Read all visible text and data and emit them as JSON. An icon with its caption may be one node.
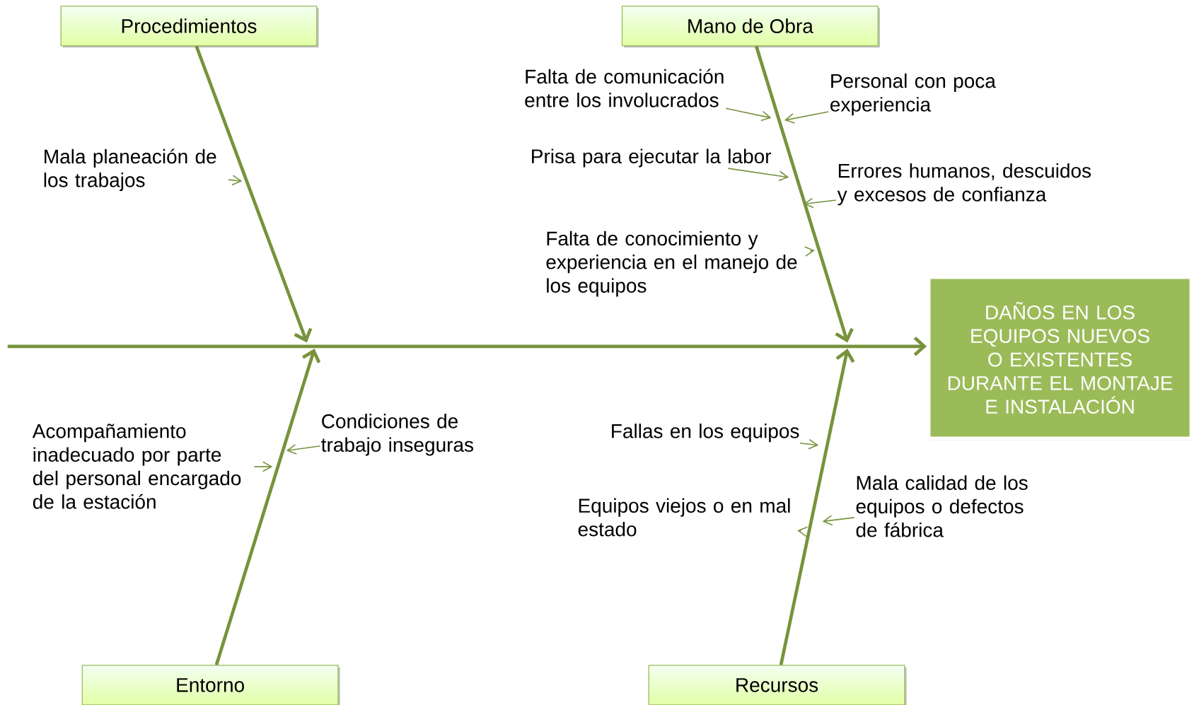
{
  "diagram": {
    "nodes": [
      {
        "text": [
          "Procedimientos"
        ]
      },
      {
        "text": [
          "Mano de Obra"
        ]
      },
      {
        "text": [
          "Mala planeación de los trabajos"
        ]
      },
      {
        "text": [
          "Falta de comunicación entre los involucrados"
        ]
      },
      {
        "text": [
          "Personal con poca experiencia"
        ]
      },
      {
        "text": [
          "Prisa para ejecutar la labor"
        ]
      },
      {
        "text": [
          "Errores humanos, descuidos y excesos de confianza"
        ]
      },
      {
        "text": [
          "Falta de conocimiento y experiencia en el manejo de los equipos"
        ]
      },
      {
        "text": [
          "DAÑOS EN LOS EQUIPOS NUEVOS O EXISTENTES DURANTE EL MONTAJE E INSTALACIÓN"
        ]
      },
      {
        "text": [
          "Acompañamiento inadecuado por parte del personal encargado de la estación"
        ]
      },
      {
        "text": [
          "Condiciones de trabajo inseguras"
        ]
      },
      {
        "text": [
          "Fallas en los equipos"
        ]
      },
      {
        "text": [
          "Equipos viejos o en mal estado"
        ]
      },
      {
        "text": [
          "Mala calidad de los equipos o defectos de fábrica"
        ]
      },
      {
        "text": [
          "Entorno"
        ]
      },
      {
        "text": [
          "Recursos"
        ]
      }
    ],
    "edges": [
      {
        "from": 0,
        "to": null,
        "arrow": "to",
        "style": "thick"
      },
      {
        "from": 1,
        "to": null,
        "arrow": "to",
        "style": "thick"
      },
      {
        "from": 14,
        "to": null,
        "arrow": "to",
        "style": "thick"
      },
      {
        "from": 15,
        "to": null,
        "arrow": "to",
        "style": "thick"
      },
      {
        "from": null,
        "to": 8,
        "arrow": "to",
        "style": "thick"
      },
      {
        "from": 2,
        "to": null,
        "arrow": "to"
      },
      {
        "from": 3,
        "to": null,
        "arrow": "to"
      },
      {
        "from": 4,
        "to": null,
        "arrow": "to"
      },
      {
        "from": 5,
        "to": null,
        "arrow": "to"
      },
      {
        "from": 6,
        "to": null,
        "arrow": "to"
      },
      {
        "from": 7,
        "to": null,
        "arrow": "to"
      },
      {
        "from": 9,
        "to": null,
        "arrow": "to"
      },
      {
        "from": 10,
        "to": null,
        "arrow": "to"
      },
      {
        "from": 11,
        "to": null,
        "arrow": "to"
      },
      {
        "from": 12,
        "to": null,
        "arrow": "to"
      },
      {
        "from": 13,
        "to": null,
        "arrow": "to"
      }
    ]
  }
}
